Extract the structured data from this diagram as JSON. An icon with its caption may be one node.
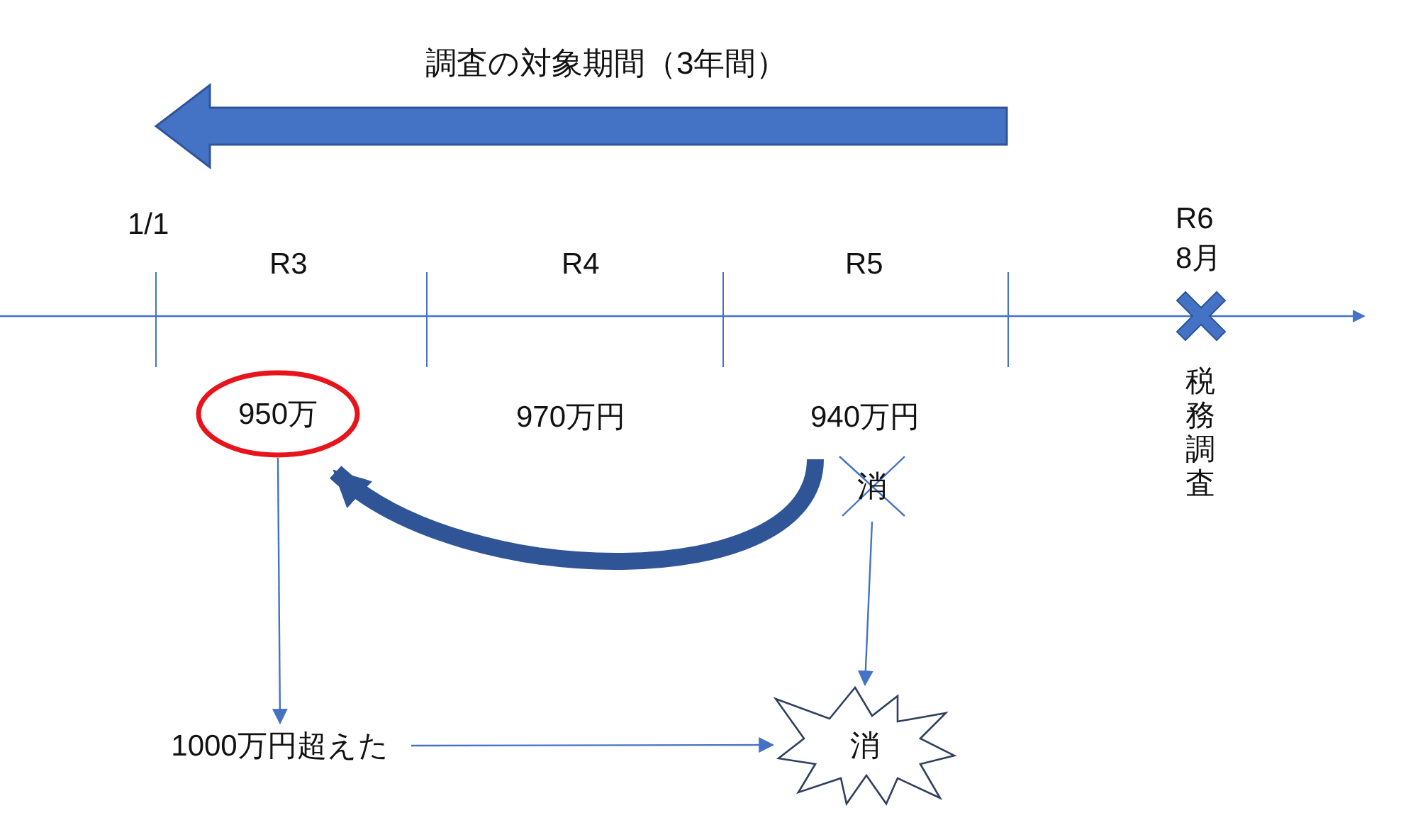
{
  "diagram": {
    "nodes": [
      {
        "text": [
          "950万"
        ]
      },
      {
        "text": [
          "940万円"
        ]
      },
      {
        "text": [
          "消"
        ]
      },
      {
        "text": [
          "1000万円超えた"
        ]
      },
      {
        "text": [
          "消"
        ]
      }
    ],
    "edges": [
      {
        "from": 1,
        "to": 0,
        "arrow": "to",
        "style": "thick",
        "color": "#2f5597"
      },
      {
        "from": 0,
        "to": 3,
        "arrow": "to"
      },
      {
        "from": 2,
        "to": 4,
        "arrow": "to"
      },
      {
        "from": 3,
        "to": 4,
        "arrow": "to"
      }
    ],
    "labels": [
      "調査の対象期間（3年間）",
      "1/1",
      "R3",
      "R4",
      "R5",
      "R6",
      "8月",
      "970万円",
      "税務調査"
    ]
  }
}
